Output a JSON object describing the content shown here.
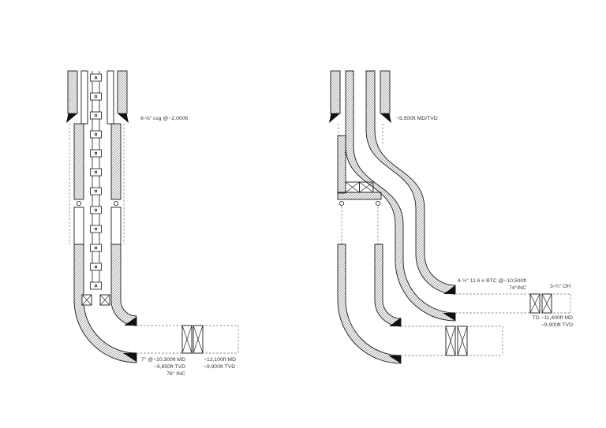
{
  "page": {
    "background": "#ffffff"
  },
  "colors": {
    "line": "#1a1a1a",
    "hatch": "#555555",
    "dash": "#8a8a8a",
    "text": "#3a3a3a",
    "shoe_fill": "#111111"
  },
  "left_well": {
    "surface_casing_label": "9-⅝\" csg @~2,000ft",
    "shoe_line1": "7\" @~10,300ft MD",
    "shoe_line2": "~9,850ft TVD",
    "shoe_line3": "78° INC",
    "td_line1": "~12,100ft MD",
    "td_line2": "~9,900ft TVD"
  },
  "right_well": {
    "casing_shoe_label": "~5,500ft MD/TVD",
    "liner_line1": "4-½\" 11.6 # BTC @~10,500ft",
    "liner_line2": "74°INC",
    "open_hole_label": "3-¾\" OH",
    "td_line1": "TD ~11,400ft MD",
    "td_line2": "~9,900ft TVD"
  }
}
